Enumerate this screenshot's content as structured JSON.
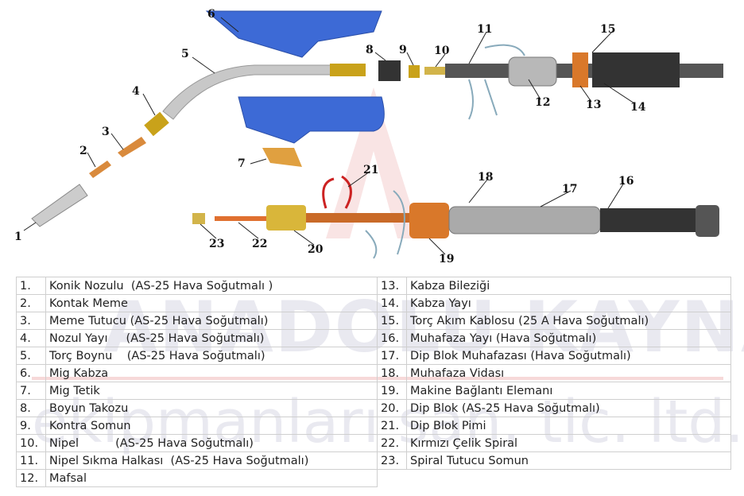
{
  "watermark": {
    "line1": "ANADOLU KAYNAK",
    "line2": "ekipmanları san. tic. ltd. şti."
  },
  "callouts": [
    "1",
    "2",
    "3",
    "4",
    "5",
    "6",
    "7",
    "8",
    "9",
    "10",
    "11",
    "12",
    "13",
    "14",
    "15",
    "16",
    "17",
    "18",
    "19",
    "20",
    "21",
    "22",
    "23"
  ],
  "parts_left": [
    {
      "num": "1.",
      "name": "Konik Nozulu  (AS-25 Hava Soğutmalı )"
    },
    {
      "num": "2.",
      "name": "Kontak Meme"
    },
    {
      "num": "3.",
      "name": "Meme Tutucu (AS-25 Hava Soğutmalı)"
    },
    {
      "num": "4.",
      "name": "Nozul Yayı     (AS-25 Hava Soğutmalı)"
    },
    {
      "num": "5.",
      "name": "Torç Boynu    (AS-25 Hava Soğutmalı)"
    },
    {
      "num": "6.",
      "name": "Mig Kabza"
    },
    {
      "num": "7.",
      "name": "Mig Tetik"
    },
    {
      "num": "8.",
      "name": "Boyun Takozu"
    },
    {
      "num": "9.",
      "name": "Kontra Somun"
    },
    {
      "num": "10.",
      "name": "Nipel          (AS-25 Hava Soğutmalı)"
    },
    {
      "num": "11.",
      "name": "Nipel Sıkma Halkası  (AS-25 Hava Soğutmalı)"
    },
    {
      "num": "12.",
      "name": "Mafsal"
    }
  ],
  "parts_right": [
    {
      "num": "13.",
      "name": "Kabza Bileziği"
    },
    {
      "num": "14.",
      "name": "Kabza Yayı"
    },
    {
      "num": "15.",
      "name": "Torç Akım Kablosu (25 A Hava Soğutmalı)"
    },
    {
      "num": "16.",
      "name": "Muhafaza Yayı (Hava Soğutmalı)"
    },
    {
      "num": "17.",
      "name": "Dip Blok Muhafazası (Hava Soğutmalı)"
    },
    {
      "num": "18.",
      "name": "Muhafaza Vidası"
    },
    {
      "num": "19.",
      "name": "Makine Bağlantı Elemanı"
    },
    {
      "num": "20.",
      "name": "Dip Blok (AS-25 Hava Soğutmalı)"
    },
    {
      "num": "21.",
      "name": "Dip Blok Pimi"
    },
    {
      "num": "22.",
      "name": "Kırmızı Çelik Spiral"
    },
    {
      "num": "23.",
      "name": "Spiral Tutucu Somun"
    }
  ]
}
